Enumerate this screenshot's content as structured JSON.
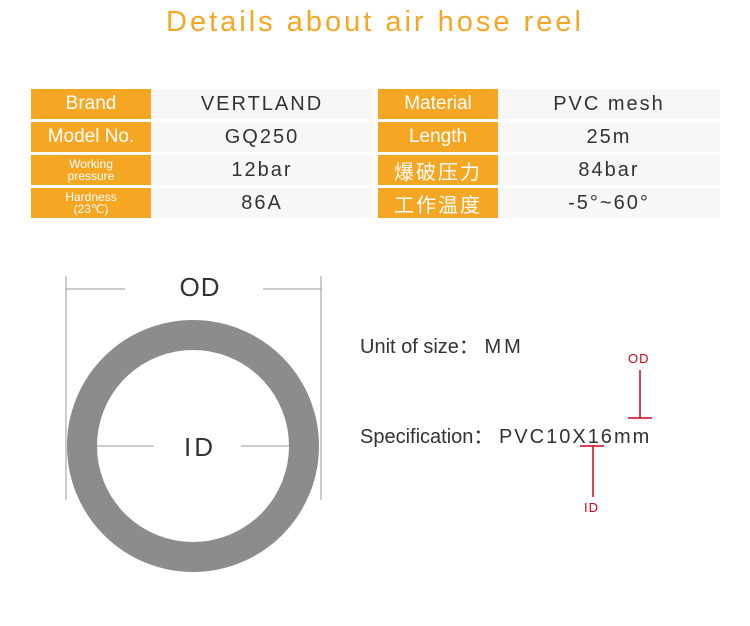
{
  "title": "Details about air hose reel",
  "colors": {
    "accent": "#f5a623",
    "ring": "#8c8c8c",
    "marker": "#d0021b"
  },
  "specs_left": [
    {
      "label": "Brand",
      "value": "VERTLAND"
    },
    {
      "label": "Model No.",
      "value": "GQ250"
    },
    {
      "label_lines": [
        "Working",
        "pressure"
      ],
      "value": "12bar"
    },
    {
      "label_lines": [
        "Hardness",
        "(23℃)"
      ],
      "value": "86A"
    }
  ],
  "specs_right": [
    {
      "label": "Material",
      "value": "PVC mesh"
    },
    {
      "label": "Length",
      "value": "25m"
    },
    {
      "label": "爆破压力",
      "value": "84bar"
    },
    {
      "label": "工作温度",
      "value": "-5°~60°"
    }
  ],
  "diagram": {
    "od_label": "OD",
    "id_label": "ID"
  },
  "unit": {
    "label": "Unit of size：",
    "value": "MM"
  },
  "specification": {
    "label": "Specification：",
    "prefix": "PVC",
    "id_value": "10",
    "sep": "X",
    "od_value": "16",
    "suffix": "mm",
    "od_tag": "OD",
    "id_tag": "ID"
  }
}
